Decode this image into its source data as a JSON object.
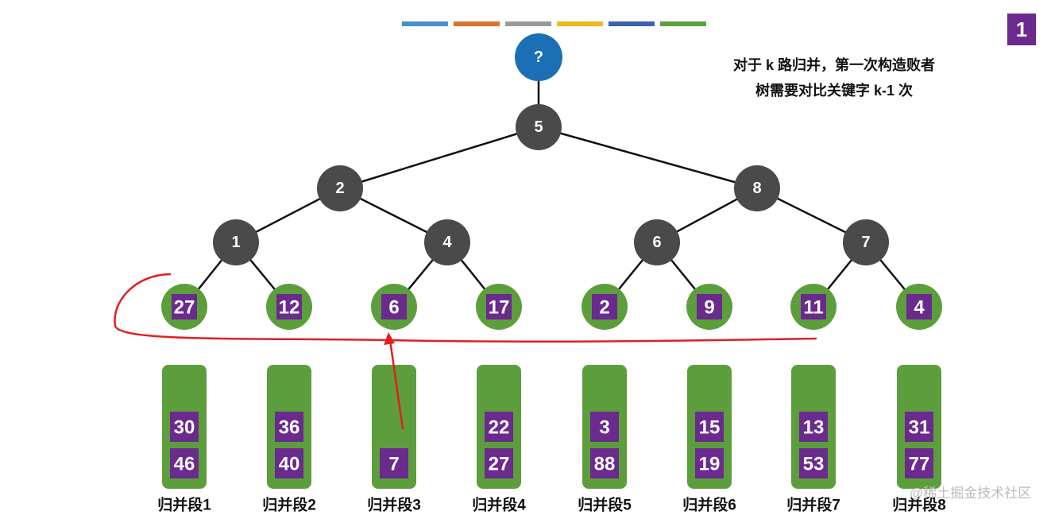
{
  "color_bars": [
    "#4a8fd0",
    "#e07030",
    "#9a9a9a",
    "#f0b820",
    "#3a62b0",
    "#5aa040"
  ],
  "slide_number": "1",
  "note": [
    "对于 k 路归并，第一次构造败者",
    "树需要对比关键字 k-1 次"
  ],
  "root": "?",
  "internal_nodes": [
    "5",
    "2",
    "8",
    "1",
    "4",
    "6",
    "7"
  ],
  "leaves": [
    "27",
    "12",
    "6",
    "17",
    "2",
    "9",
    "11",
    "4"
  ],
  "segments": [
    {
      "label": "归并段1",
      "values": [
        "30",
        "46"
      ]
    },
    {
      "label": "归并段2",
      "values": [
        "36",
        "40"
      ]
    },
    {
      "label": "归并段3",
      "values": [
        "7"
      ]
    },
    {
      "label": "归并段4",
      "values": [
        "22",
        "27"
      ]
    },
    {
      "label": "归并段5",
      "values": [
        "3",
        "88"
      ]
    },
    {
      "label": "归并段6",
      "values": [
        "15",
        "19"
      ]
    },
    {
      "label": "归并段7",
      "values": [
        "13",
        "53"
      ]
    },
    {
      "label": "归并段8",
      "values": [
        "31",
        "77"
      ]
    }
  ],
  "watermark": "@稀土掘金技术社区",
  "colors": {
    "root": "#1a6fb5",
    "internal": "#4a4a4a",
    "leaf": "#5c9e3c",
    "key": "#6a2a8e",
    "annotation": "#e02020"
  }
}
